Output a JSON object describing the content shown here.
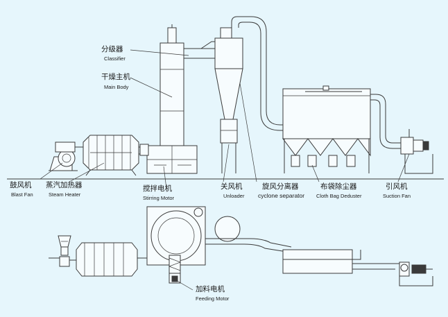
{
  "labels": {
    "classifier": {
      "cn": "分级器",
      "en": "Classifier"
    },
    "main_body": {
      "cn": "干燥主机",
      "en": "Main Body"
    },
    "blast_fan": {
      "cn": "鼓风机",
      "en": "Blast Fan"
    },
    "steam_heater": {
      "cn": "蒸汽加热器",
      "en": "Steam Heater"
    },
    "stirring_motor": {
      "cn": "搅拌电机",
      "en": "Stirring Motor"
    },
    "unloader": {
      "cn": "关风机",
      "en": "Unloader"
    },
    "cyclone": {
      "cn": "旋风分离器",
      "en": "cyclone separator"
    },
    "bag_duster": {
      "cn": "布袋除尘器",
      "en": "Cloth Bag Deduster"
    },
    "suction_fan": {
      "cn": "引风机",
      "en": "Suction Fan"
    },
    "feeding_motor": {
      "cn": "加料电机",
      "en": "Feeding Motor"
    }
  },
  "colors": {
    "background": "#e6f6fc",
    "line": "#3a3a3a"
  }
}
